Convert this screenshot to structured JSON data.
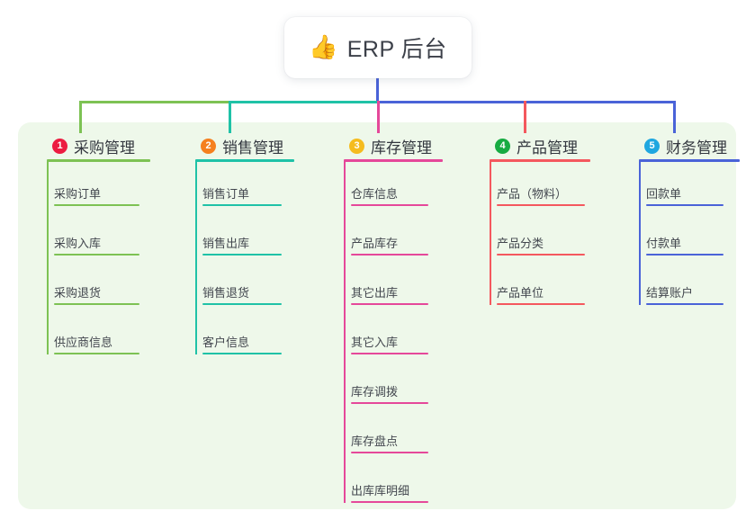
{
  "diagram": {
    "type": "mind-map",
    "root": {
      "icon": "thumbs-up-icon",
      "emoji": "👍",
      "title": "ERP 后台"
    },
    "panel_color": "#eef8ea",
    "branches": [
      {
        "number": "1",
        "title": "采购管理",
        "badge_color": "#ec1c41",
        "line_color": "#7dc254",
        "items": [
          "采购订单",
          "采购入库",
          "采购退货",
          "供应商信息"
        ]
      },
      {
        "number": "2",
        "title": "销售管理",
        "badge_color": "#f5801f",
        "line_color": "#1fc2a7",
        "items": [
          "销售订单",
          "销售出库",
          "销售退货",
          "客户信息"
        ]
      },
      {
        "number": "3",
        "title": "库存管理",
        "badge_color": "#f5bc1f",
        "line_color": "#e5489a",
        "items": [
          "仓库信息",
          "产品库存",
          "其它出库",
          "其它入库",
          "库存调拨",
          "库存盘点",
          "出库库明细"
        ]
      },
      {
        "number": "4",
        "title": "产品管理",
        "badge_color": "#17ab42",
        "line_color": "#f4585e",
        "items": [
          "产品（物料）",
          "产品分类",
          "产品单位"
        ]
      },
      {
        "number": "5",
        "title": "财务管理",
        "badge_color": "#1fa7e0",
        "line_color": "#4a63d8",
        "items": [
          "回款单",
          "付款单",
          "结算账户"
        ]
      }
    ]
  }
}
